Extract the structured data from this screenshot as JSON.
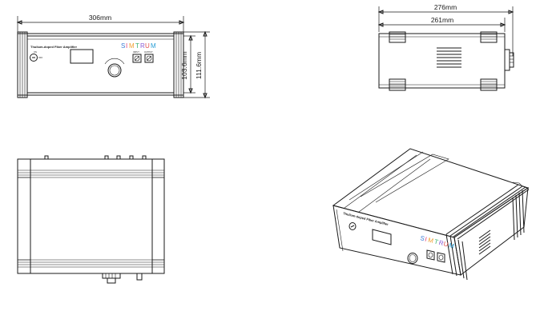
{
  "front_view": {
    "width_label": "306mm",
    "panel_height_label": "103.6mm",
    "total_height_label": "111.6mm",
    "panel_title": "Thulium-doped Fiber Amplifier",
    "switch_on": "ON",
    "switch_off": "OFF",
    "logo_text": "SIMTRUM",
    "port_input": "INPUT",
    "port_output": "OUTPUT"
  },
  "side_view": {
    "total_depth_label": "276mm",
    "body_depth_label": "261mm"
  },
  "iso_view": {
    "panel_title": "Thulium-doped Fiber Amplifier",
    "logo_text": "SIMTRUM"
  },
  "colors": {
    "line": "#1a1a1a",
    "logo_s": "#3a7bd5",
    "logo_i": "#e0407b",
    "logo_m": "#f0a030",
    "logo_t": "#3cb371",
    "logo_r": "#8a5cd6",
    "logo_u": "#e05050",
    "logo_m2": "#2a9fd6"
  }
}
